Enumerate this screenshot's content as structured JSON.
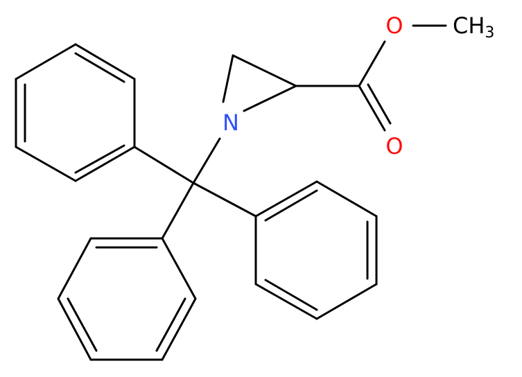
{
  "colors": {
    "carbon": "#000000",
    "nitrogen": "#3050F8",
    "oxygen": "#FF0D0D"
  },
  "labels": {
    "nitrogen": "N",
    "carbonyl_oxygen": "O",
    "ester_oxygen": "O",
    "methyl_main": "CH",
    "methyl_sub": "3"
  }
}
